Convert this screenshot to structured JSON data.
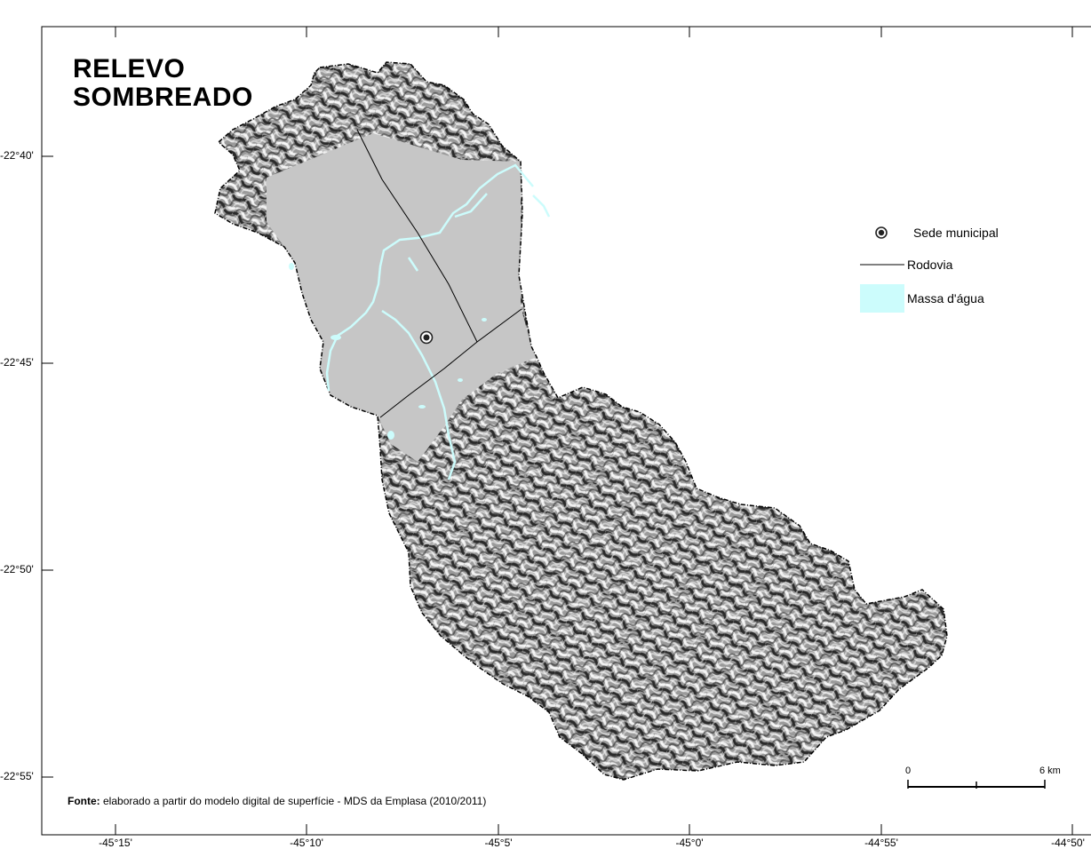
{
  "title": {
    "line1": "RELEVO",
    "line2": "SOMBREADO"
  },
  "latitude_labels": [
    "-22°40'",
    "-22°45'",
    "-22°50'",
    "-22°55'"
  ],
  "longitude_labels": [
    "-45°15'",
    "-45°10'",
    "-45°5'",
    "-45°0'",
    "-44°55'",
    "-44°50'"
  ],
  "legend": {
    "seat": "Sede municipal",
    "road": "Rodovia",
    "water": "Massa d'água"
  },
  "scale": {
    "start": "0",
    "end": "6 km"
  },
  "source": {
    "prefix": "Fonte:",
    "text": "elaborado a partir do modelo digital de superfície - MDS da Emplasa (2010/2011)"
  },
  "colors": {
    "floodplain": "#c6c6c6",
    "relief_dark": "#3a3a3a",
    "relief_light": "#dedede",
    "water": "#ccfcfc",
    "frame": "#000000"
  }
}
